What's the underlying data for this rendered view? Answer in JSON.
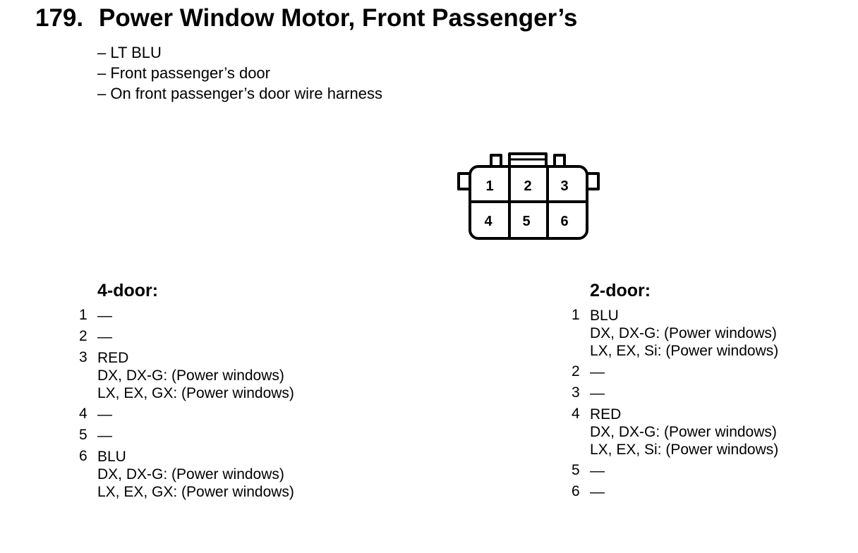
{
  "title": {
    "number": "179.",
    "text": "Power Window Motor, Front Passenger’s"
  },
  "description": [
    "– LT BLU",
    "– Front passenger’s door",
    "– On front passenger’s door wire harness"
  ],
  "connector": {
    "pins": [
      "1",
      "2",
      "3",
      "4",
      "5",
      "6"
    ]
  },
  "four_door": {
    "heading": "4-door:",
    "pins": [
      {
        "num": "1",
        "lines": [
          "—"
        ]
      },
      {
        "num": "2",
        "lines": [
          "—"
        ]
      },
      {
        "num": "3",
        "lines": [
          "RED",
          "DX, DX-G: (Power windows)",
          "LX, EX, GX: (Power windows)"
        ]
      },
      {
        "num": "4",
        "lines": [
          "—"
        ]
      },
      {
        "num": "5",
        "lines": [
          "—"
        ]
      },
      {
        "num": "6",
        "lines": [
          "BLU",
          "DX, DX-G: (Power windows)",
          "LX, EX, GX: (Power windows)"
        ]
      }
    ]
  },
  "two_door": {
    "heading": "2-door:",
    "pins": [
      {
        "num": "1",
        "lines": [
          "BLU",
          "DX, DX-G: (Power windows)",
          "LX, EX, Si: (Power windows)"
        ]
      },
      {
        "num": "2",
        "lines": [
          "—"
        ]
      },
      {
        "num": "3",
        "lines": [
          "—"
        ]
      },
      {
        "num": "4",
        "lines": [
          "RED",
          "DX, DX-G: (Power windows)",
          "LX, EX, Si: (Power windows)"
        ]
      },
      {
        "num": "5",
        "lines": [
          "—"
        ]
      },
      {
        "num": "6",
        "lines": [
          "—"
        ]
      }
    ]
  }
}
